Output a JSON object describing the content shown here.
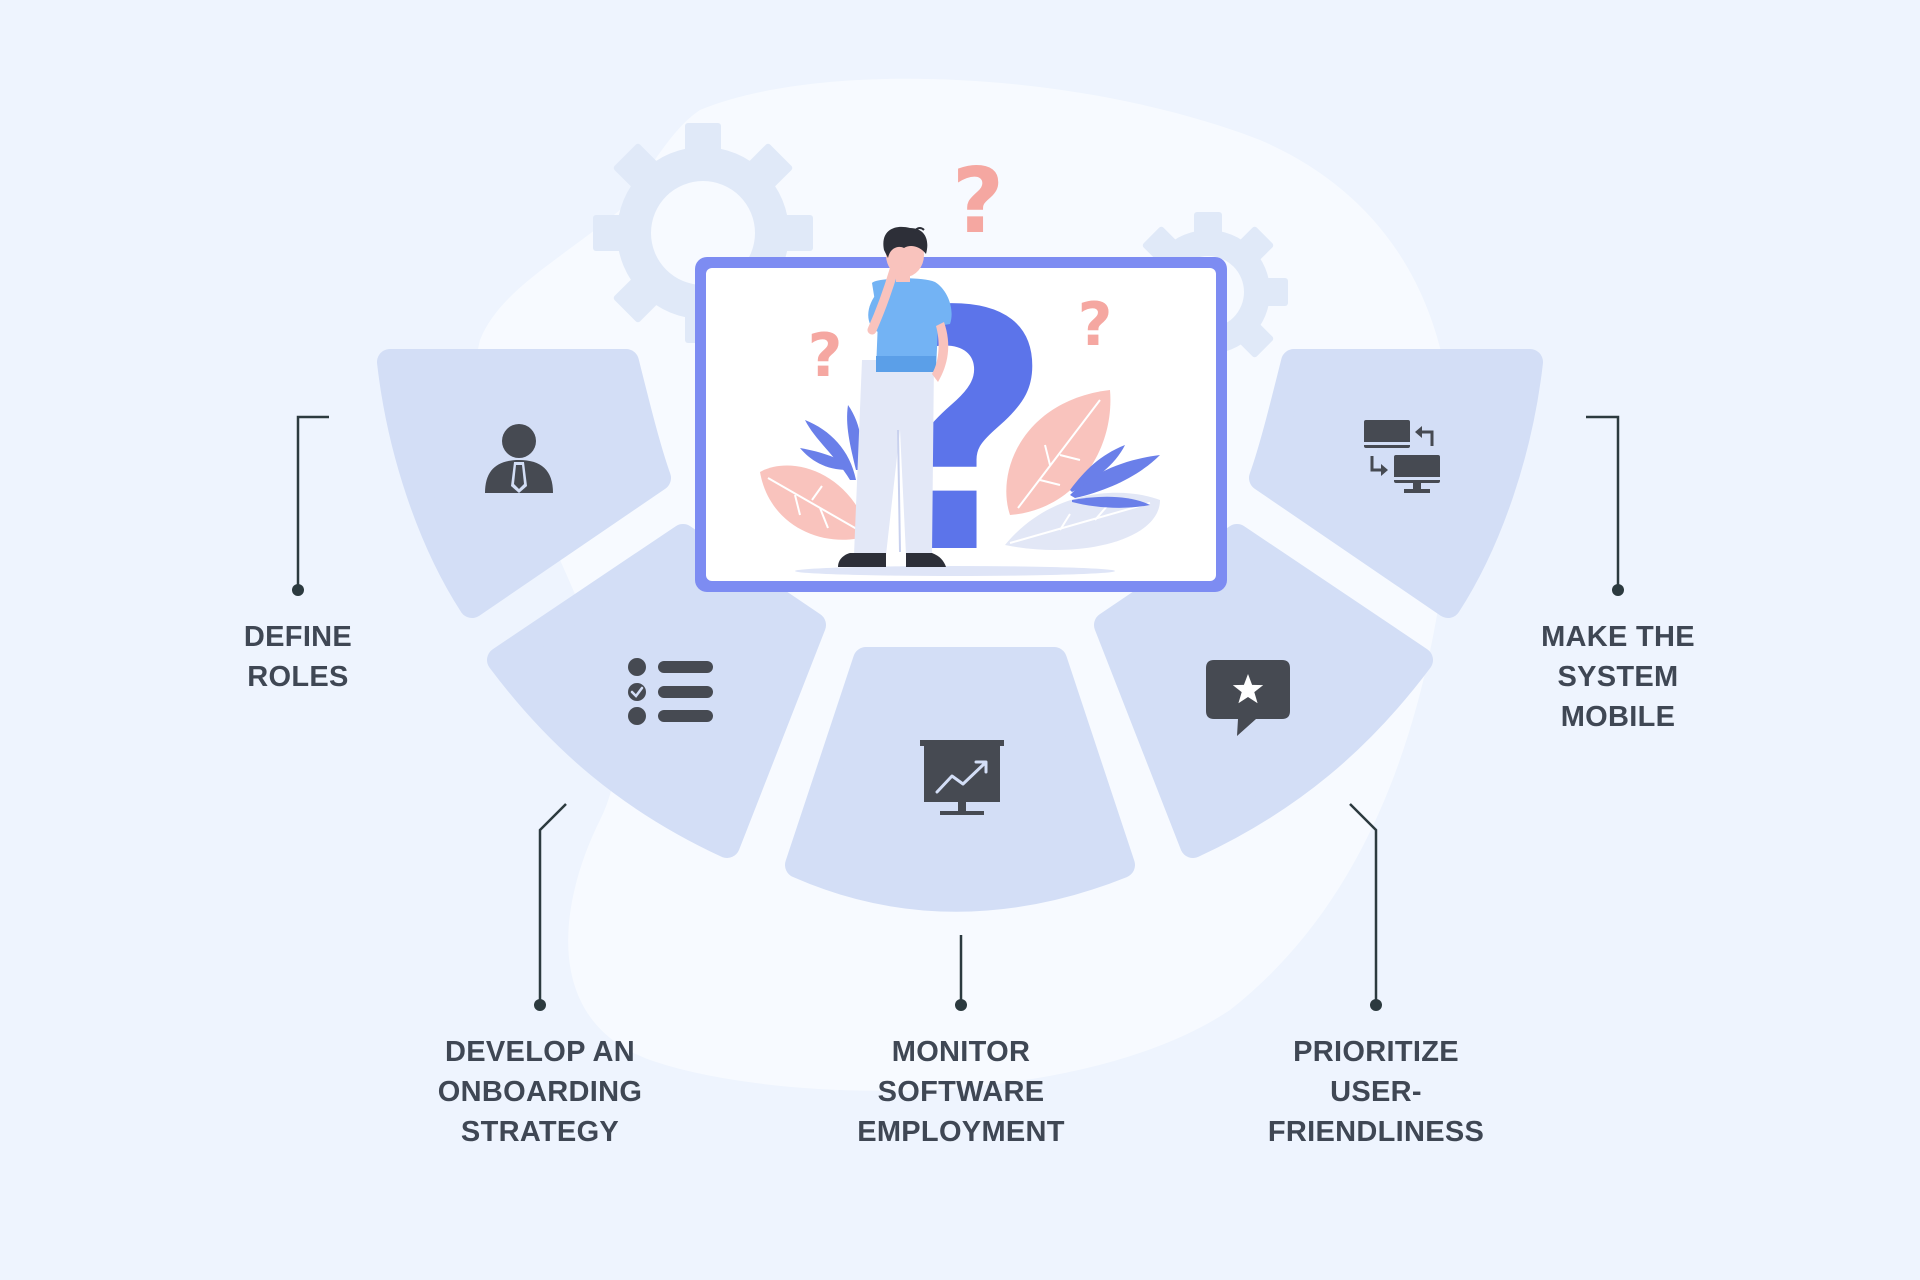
{
  "steps": [
    {
      "id": "define-roles",
      "icon": "user-tie-icon",
      "lines": [
        "DEFINE",
        "ROLES"
      ]
    },
    {
      "id": "onboarding",
      "icon": "checklist-icon",
      "lines": [
        "DEVELOP AN",
        "ONBOARDING",
        "STRATEGY"
      ]
    },
    {
      "id": "monitor",
      "icon": "presentation-chart-icon",
      "lines": [
        "MONITOR",
        "SOFTWARE",
        "EMPLOYMENT"
      ]
    },
    {
      "id": "user-friendly",
      "icon": "star-chat-icon",
      "lines": [
        "PRIORITIZE",
        "USER-",
        "FRIENDLINESS"
      ]
    },
    {
      "id": "mobile",
      "icon": "sync-computers-icon",
      "lines": [
        "MAKE THE",
        "SYSTEM",
        "MOBILE"
      ]
    }
  ],
  "illustration": {
    "subject": "thinking-person-with-question-marks",
    "character": "?"
  },
  "colors": {
    "background": "#eef4fe",
    "blob": "#f7faff",
    "gear": "#e0e9f8",
    "segment": "#d3def6",
    "frame": "#7d8cf2",
    "accent": "#5c74ea",
    "question_pink": "#f5a7a1",
    "icon": "#464a52",
    "text": "#3f4754",
    "connector": "#2c3a3f"
  }
}
